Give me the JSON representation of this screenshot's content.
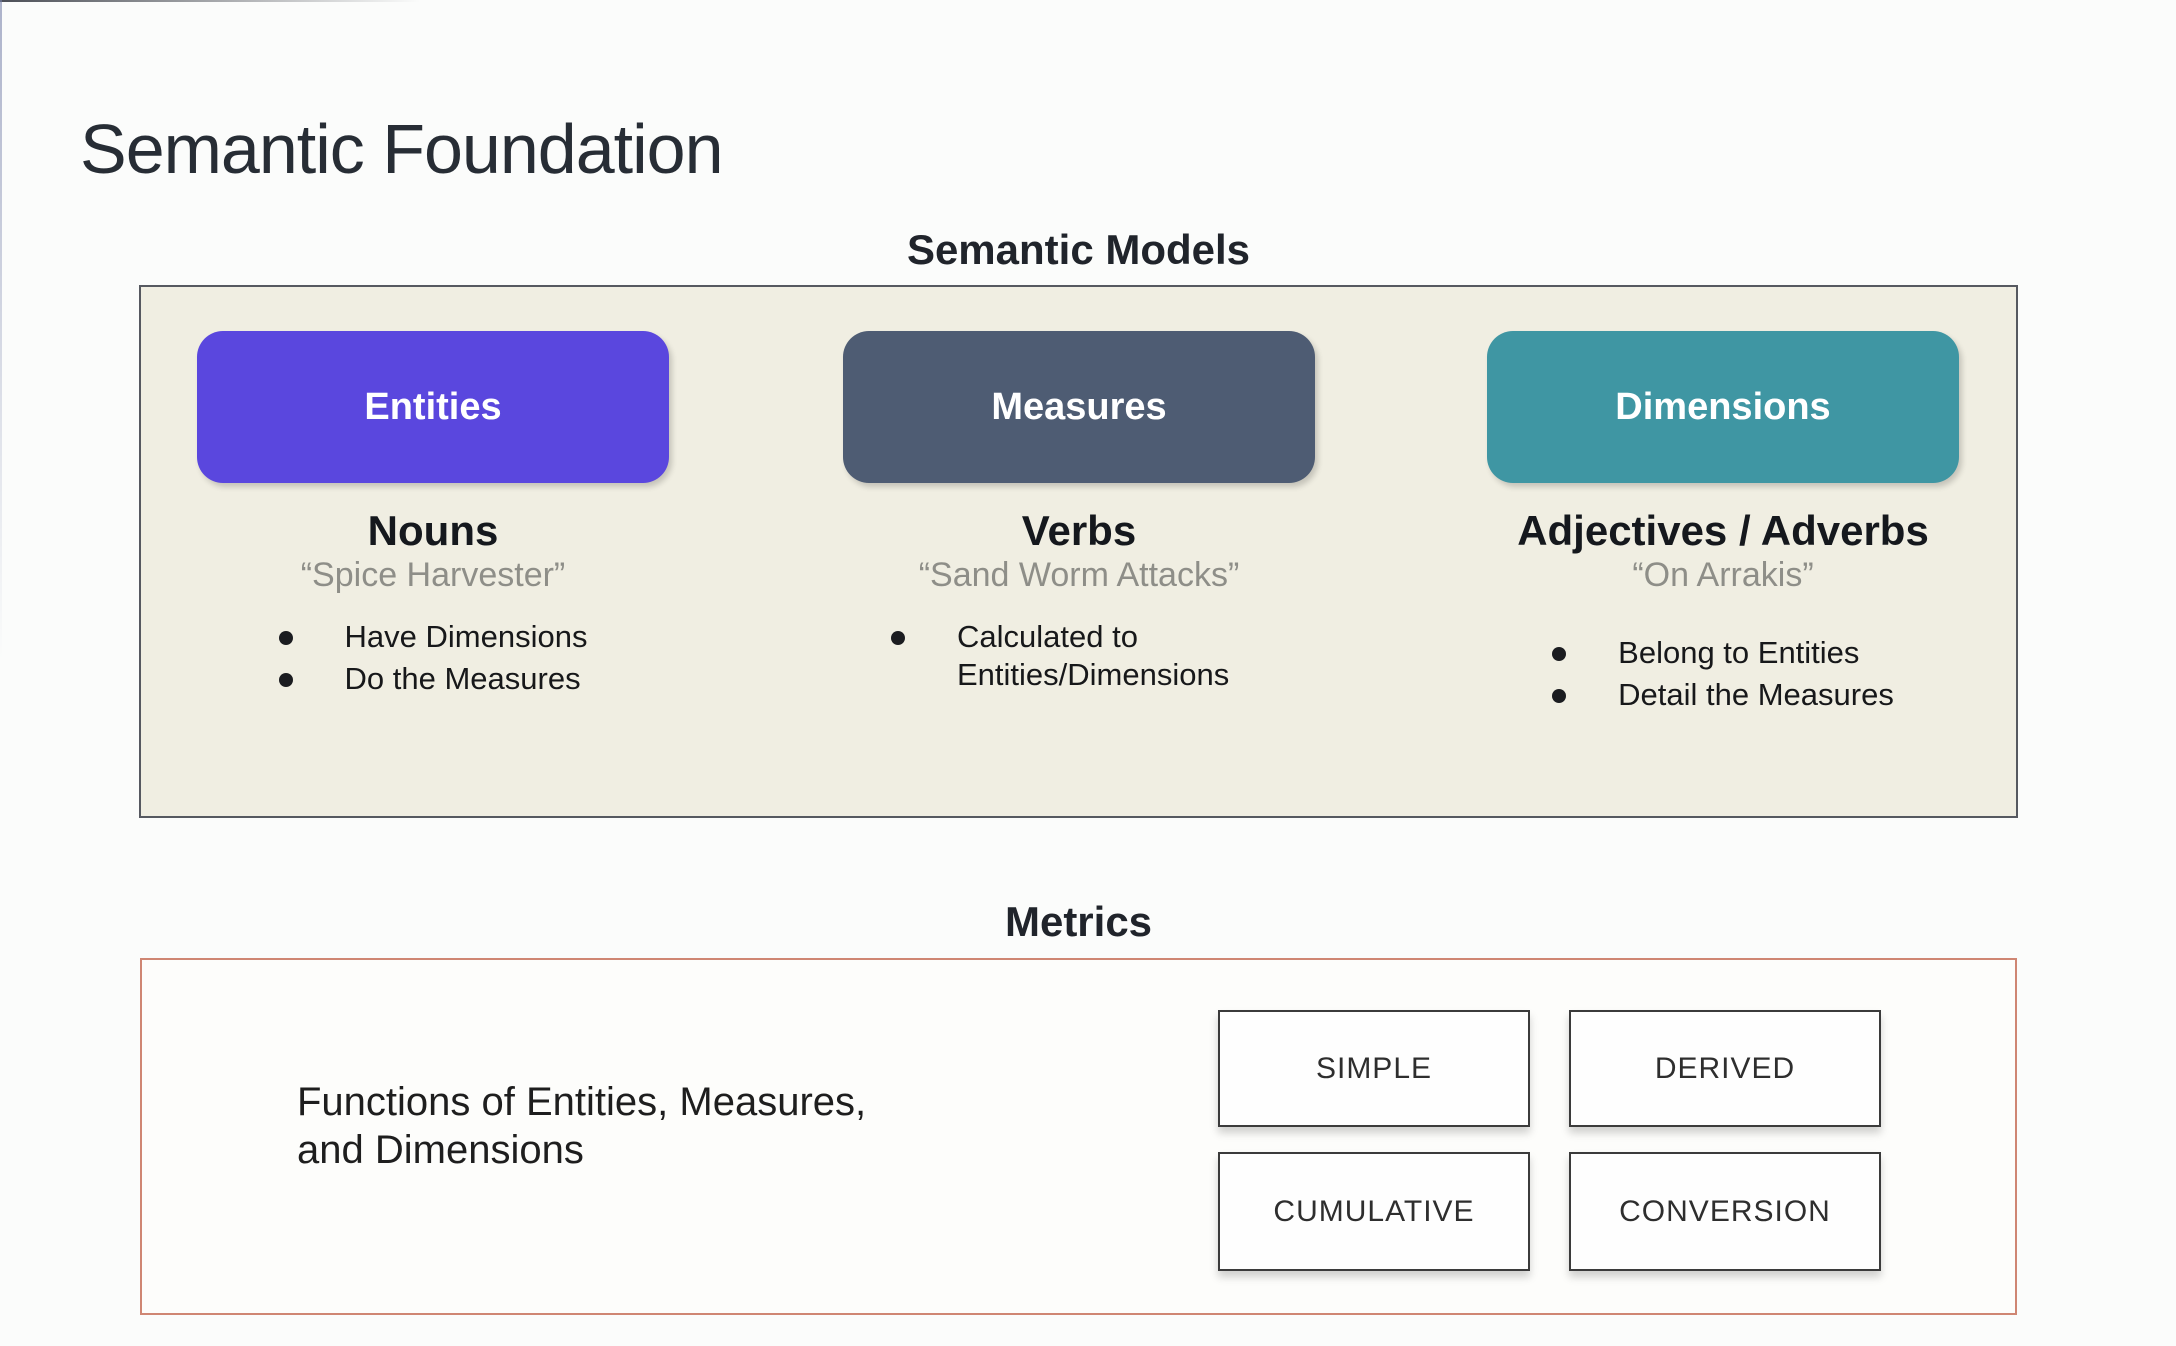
{
  "slide": {
    "title": "Semantic Foundation"
  },
  "semantic_models": {
    "heading": "Semantic Models",
    "panel_bg": "#f0eee2",
    "panel_border": "#565960",
    "columns": [
      {
        "pill": "Entities",
        "pill_color": "#5a47de",
        "term": "Nouns",
        "quote": "“Spice Harvester”",
        "bullets": [
          "Have Dimensions",
          "Do the Measures"
        ]
      },
      {
        "pill": "Measures",
        "pill_color": "#4e5c73",
        "term": "Verbs",
        "quote": "“Sand Worm Attacks”",
        "bullets": [
          "Calculated to Entities/Dimensions"
        ]
      },
      {
        "pill": "Dimensions",
        "pill_color": "#3f96a3",
        "term": "Adjectives / Adverbs",
        "quote": "“On Arrakis”",
        "bullets": [
          "Belong to Entities",
          "Detail the Measures"
        ]
      }
    ]
  },
  "metrics": {
    "heading": "Metrics",
    "panel_border": "#cf8673",
    "description_line1": "Functions of Entities, Measures,",
    "description_line2": "and Dimensions",
    "types": [
      "SIMPLE",
      "DERIVED",
      "CUMULATIVE",
      "CONVERSION"
    ]
  }
}
